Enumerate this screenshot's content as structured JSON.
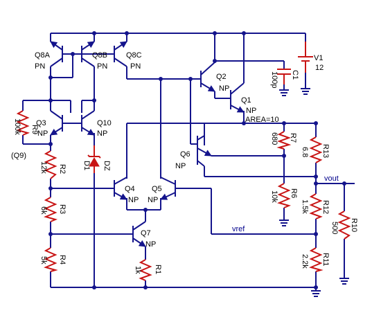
{
  "colors": {
    "wire": "#14148c",
    "component": "#c81414",
    "dot": "#14148c",
    "text": "#000000",
    "net_label": "#00008b"
  },
  "transistors": {
    "q8a": {
      "name": "Q8A",
      "type": "PN"
    },
    "q8b": {
      "name": "Q8B",
      "type": "PN"
    },
    "q8c": {
      "name": "Q8C",
      "type": "PN"
    },
    "q2": {
      "name": "Q2",
      "type": "NP"
    },
    "q1": {
      "name": "Q1",
      "type": "NP",
      "param": "AREA=10"
    },
    "q3": {
      "name": "Q3",
      "type": "NP"
    },
    "q10": {
      "name": "Q10",
      "type": "NP"
    },
    "q6": {
      "name": "Q6",
      "type": "NP"
    },
    "q4": {
      "name": "Q4",
      "type": "NP"
    },
    "q5": {
      "name": "Q5",
      "type": "NP"
    },
    "q7": {
      "name": "Q7",
      "type": "NP"
    }
  },
  "resistors": {
    "r9": {
      "name": "R9",
      "value": "100k"
    },
    "r2": {
      "name": "R2",
      "value": "12k"
    },
    "r3": {
      "name": "R3",
      "value": "6k"
    },
    "r4": {
      "name": "R4",
      "value": "5k"
    },
    "r1": {
      "name": "R1",
      "value": "1k"
    },
    "r7": {
      "name": "R7",
      "value": "680"
    },
    "r6": {
      "name": "R6",
      "value": "10k"
    },
    "r13": {
      "name": "R13",
      "value": "6.8"
    },
    "r12": {
      "name": "R12",
      "value": "1.5k"
    },
    "r11": {
      "name": "R11",
      "value": "2.2k"
    },
    "r10": {
      "name": "R10",
      "value": "500"
    }
  },
  "capacitor": {
    "name": "C1",
    "value": "100p"
  },
  "source": {
    "name": "V1",
    "value": "12"
  },
  "diode": {
    "name": "D1",
    "type": "DZ"
  },
  "annotations": {
    "q9_label": "(Q9)"
  },
  "nets": {
    "vout": "vout",
    "vref": "vref"
  }
}
